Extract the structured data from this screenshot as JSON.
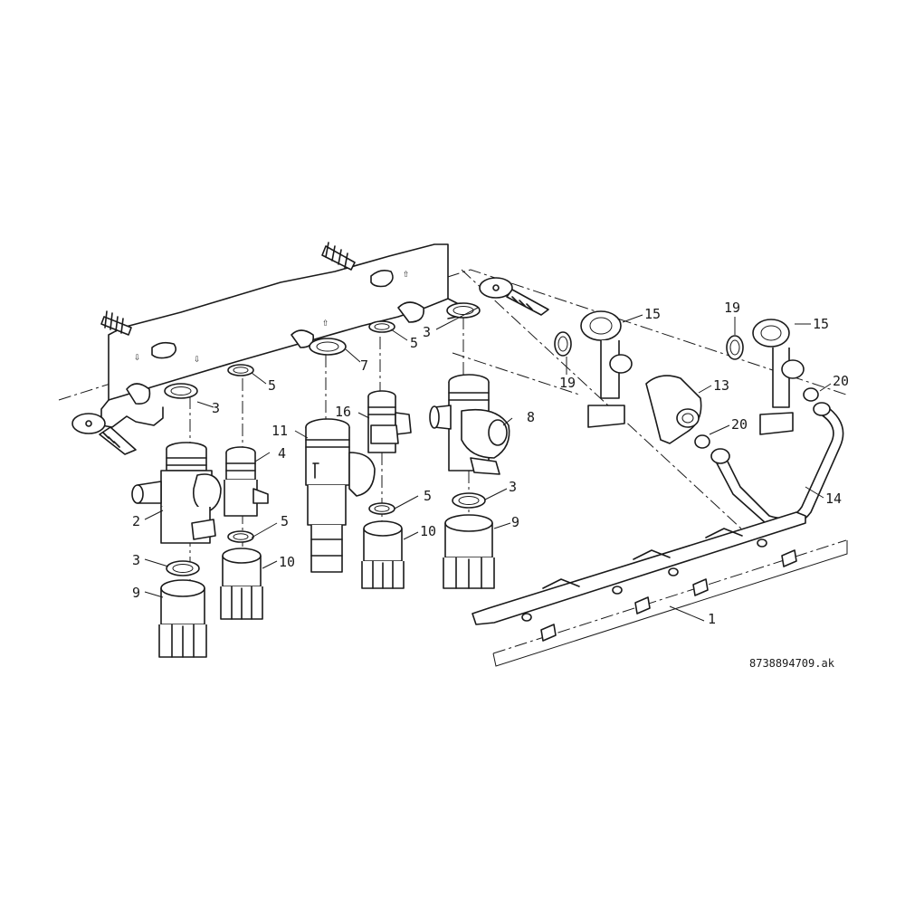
{
  "figure": {
    "reference_code": "8738894709.ak"
  },
  "callouts": [
    {
      "id": "c1",
      "label": "1"
    },
    {
      "id": "c2",
      "label": "2"
    },
    {
      "id": "c3a",
      "label": "3"
    },
    {
      "id": "c3b",
      "label": "3"
    },
    {
      "id": "c3c",
      "label": "3"
    },
    {
      "id": "c3d",
      "label": "3"
    },
    {
      "id": "c4",
      "label": "4"
    },
    {
      "id": "c5a",
      "label": "5"
    },
    {
      "id": "c5b",
      "label": "5"
    },
    {
      "id": "c5c",
      "label": "5"
    },
    {
      "id": "c5d",
      "label": "5"
    },
    {
      "id": "c7",
      "label": "7"
    },
    {
      "id": "c8",
      "label": "8"
    },
    {
      "id": "c9a",
      "label": "9"
    },
    {
      "id": "c9b",
      "label": "9"
    },
    {
      "id": "c10a",
      "label": "10"
    },
    {
      "id": "c10b",
      "label": "10"
    },
    {
      "id": "c11",
      "label": "11"
    },
    {
      "id": "c13",
      "label": "13"
    },
    {
      "id": "c14",
      "label": "14"
    },
    {
      "id": "c15a",
      "label": "15"
    },
    {
      "id": "c15b",
      "label": "15"
    },
    {
      "id": "c16",
      "label": "16"
    },
    {
      "id": "c19a",
      "label": "19"
    },
    {
      "id": "c19b",
      "label": "19"
    },
    {
      "id": "c20a",
      "label": "20"
    },
    {
      "id": "c20b",
      "label": "20"
    }
  ]
}
